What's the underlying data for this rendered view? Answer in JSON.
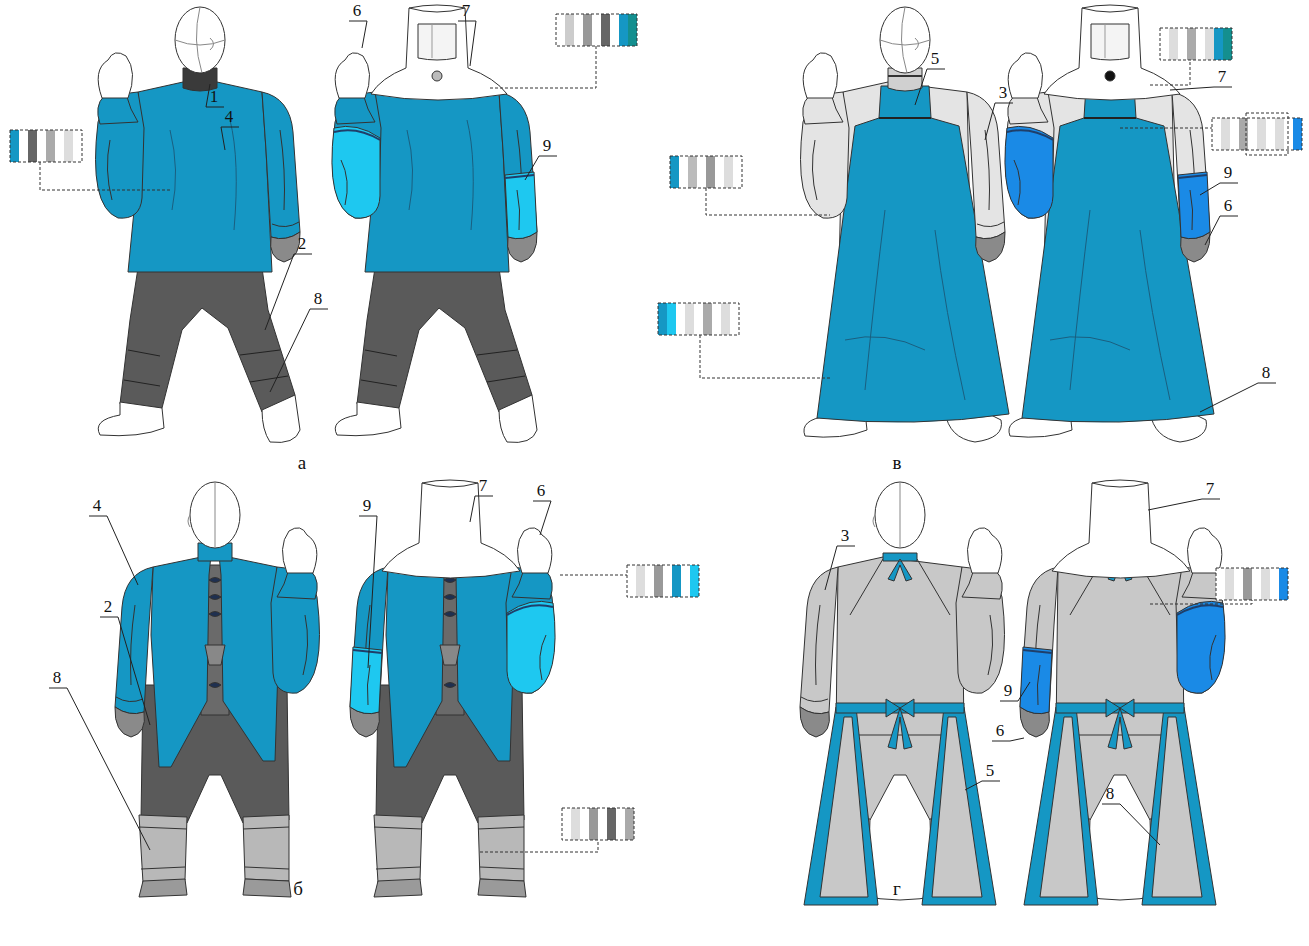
{
  "diagram": {
    "labels": [
      "1",
      "4",
      "2",
      "8",
      "6",
      "7",
      "9",
      "а",
      "5",
      "3",
      "7",
      "9",
      "6",
      "8",
      "в",
      "4",
      "2",
      "8",
      "9",
      "7",
      "6",
      "б",
      "3",
      "5",
      "7",
      "9",
      "6",
      "8",
      "г"
    ]
  }
}
